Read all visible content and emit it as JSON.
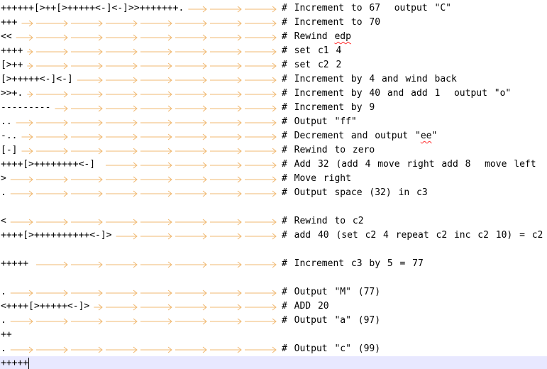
{
  "editor": {
    "lines": [
      {
        "code": "++++++[>++[>+++++<-]<-]>>+++++++.",
        "comment": "# Increment to 67  output \"C\""
      },
      {
        "code": "+++",
        "comment": "# Increment to 70"
      },
      {
        "code": "<<",
        "comment": "# Rewind edp"
      },
      {
        "code": "++++",
        "comment": "# set c1 4"
      },
      {
        "code": "[>++",
        "comment": "# set c2 2"
      },
      {
        "code": "[>+++++<-]<-]",
        "comment": "# Increment by 4 and wind back"
      },
      {
        "code": ">>+.",
        "comment": "# Increment by 40 and add 1  output \"o\""
      },
      {
        "code": "---------",
        "comment": "# Increment by 9"
      },
      {
        "code": "..",
        "comment": "# Output \"ff\""
      },
      {
        "code": "-..",
        "comment": "# Decrement and output \"ee\""
      },
      {
        "code": "[-]",
        "comment": "# Rewind to zero"
      },
      {
        "code": "++++[>++++++++<-]",
        "comment": "# Add 32 (add 4 move right add 8  move left"
      },
      {
        "code": ">",
        "comment": "# Move right"
      },
      {
        "code": ".",
        "comment": "# Output space (32) in c3"
      },
      {
        "code": "",
        "comment": ""
      },
      {
        "code": "<",
        "comment": "# Rewind to c2"
      },
      {
        "code": "++++[>++++++++++<-]>",
        "comment": "# add 40 (set c2 4 repeat c2 inc c2 10) = c2"
      },
      {
        "code": "",
        "comment": ""
      },
      {
        "code": "+++++",
        "comment": "# Increment c3 by 5 = 77"
      },
      {
        "code": "",
        "comment": ""
      },
      {
        "code": ".",
        "comment": "# Output \"M\" (77)"
      },
      {
        "code": "<++++[>+++++<-]>",
        "comment": "# ADD 20"
      },
      {
        "code": ".",
        "comment": "# Output \"a\" (97)"
      },
      {
        "code": "++",
        "comment": ""
      },
      {
        "code": ".",
        "comment": "# Output \"c\" (99)"
      },
      {
        "code": "+++++",
        "comment": ""
      }
    ],
    "current_line_index": 25,
    "misspelled_words": [
      "edp",
      "ee"
    ]
  },
  "colors": {
    "text": "#000000",
    "tab_arrow": "#f0b870",
    "current_line_bg": "#e8e8ff",
    "spell_error": "#ff3030"
  }
}
